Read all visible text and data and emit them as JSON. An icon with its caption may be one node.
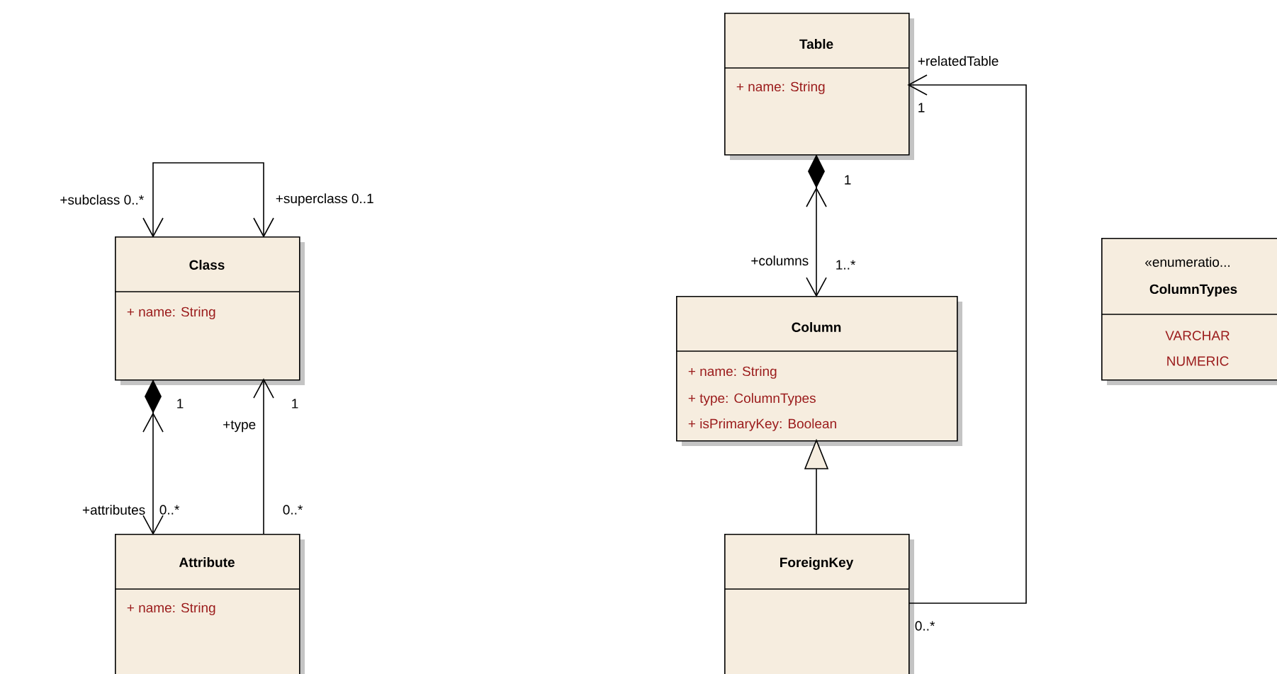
{
  "diagram": {
    "nodes": [
      {
        "text": [
          "Class",
          "+ name: String"
        ]
      },
      {
        "text": [
          "Attribute",
          "+ name: String"
        ]
      },
      {
        "text": [
          "Table",
          "+ name: String"
        ]
      },
      {
        "text": [
          "Column",
          "+ name: String",
          "+ type: ColumnTypes",
          "+ isPrimaryKey: Boolean"
        ]
      },
      {
        "text": [
          "ForeignKey"
        ]
      },
      {
        "text": [
          "«enumeratio...",
          "ColumnTypes",
          "VARCHAR",
          "NUMERIC"
        ]
      }
    ],
    "edges": [
      {
        "from": 0,
        "to": 0,
        "arrow": "both"
      },
      {
        "from": 0,
        "to": 1,
        "arrow": "both"
      },
      {
        "from": 1,
        "to": 0,
        "arrow": "to"
      },
      {
        "from": 2,
        "to": 3,
        "arrow": "both"
      },
      {
        "from": 4,
        "to": 3,
        "arrow": "to"
      },
      {
        "from": 4,
        "to": 2,
        "arrow": "to"
      }
    ],
    "labels": [
      "+relatedTable",
      "1",
      "1",
      "+subclass 0..*",
      "+superclass 0..1",
      "+columns",
      "1..*",
      "1",
      "1",
      "+type",
      "+attributes",
      "0..*",
      "0..*",
      "0..*"
    ]
  }
}
